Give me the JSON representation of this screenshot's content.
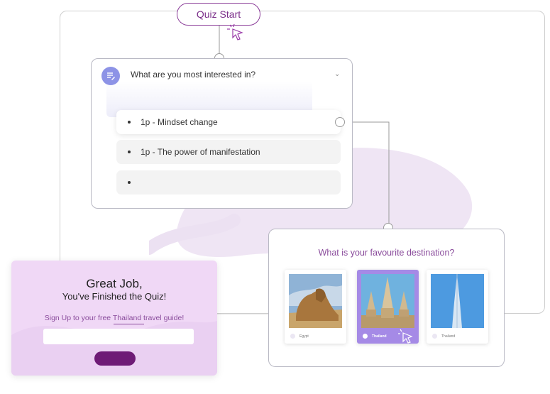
{
  "quiz_start": {
    "label": "Quiz Start"
  },
  "question": {
    "title": "What are you most interested in?",
    "answers": [
      {
        "label": "1p - Mindset change"
      },
      {
        "label": "1p - The power of manifestation"
      },
      {
        "label": ""
      }
    ]
  },
  "destination": {
    "title": "What is your favourite destination?",
    "options": [
      {
        "caption": "Egypt",
        "image_icon": "sphinx-photo-icon",
        "selected": false
      },
      {
        "caption": "Thailand",
        "image_icon": "temple-photo-icon",
        "selected": true
      },
      {
        "caption": "Thailand",
        "image_icon": "tower-photo-icon",
        "selected": false
      }
    ]
  },
  "result": {
    "heading": "Great Job,",
    "subheading": "You've Finished the Quiz!",
    "signup_text": "Sign Up to your free Thailand travel guide!",
    "email_value": "",
    "button_label": ""
  },
  "colors": {
    "accent_purple": "#8a3c98",
    "result_panel_bg": "#f0d8f6",
    "selected_option_bg": "#a58ae6",
    "submit_button": "#6e1b76",
    "question_icon_bg": "#8d93e6"
  }
}
